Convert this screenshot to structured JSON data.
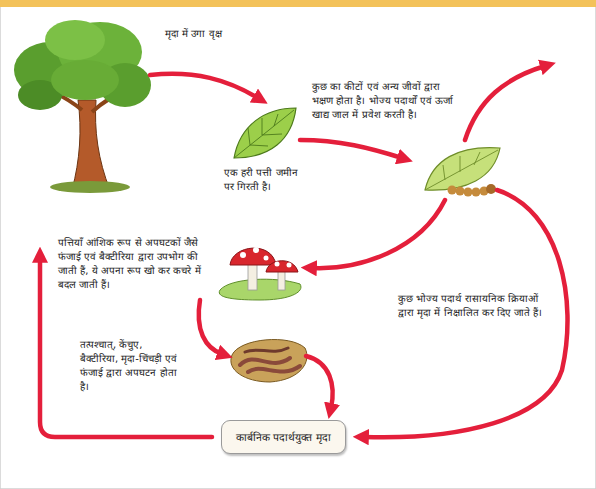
{
  "diagram": {
    "nodes": [
      {
        "text": [
          "कार्बनिक पदार्थयुक्त मृदा"
        ]
      }
    ],
    "labels": [
      "मृदा में उगा वृक्ष",
      "कुछ का कीटों एवं अन्य जीवों द्वारा भक्षण होता है। भोज्य पदार्थों एवं ऊर्जा खाद्य जाल में प्रवेश करती है।",
      "एक हरी पत्ती जमीन पर गिरती है।",
      "पत्तियाँ आंशिक रूप से अपघटकों जैसे फंजाई एवं बैक्टीरिया द्वारा उपभोग की जाती हैं, ये अपना रूप खो कर कचरे में बदल जाती हैं।",
      "कुछ भोज्य पदार्थ रासायनिक क्रियाओं द्वारा मृदा में निक्षालित कर दिए जाते हैं।",
      "तत्पश्चात्, केंचुए, बैक्टीरिया, मृदा-चिंचड़ी एवं फंजाई द्वारा अपघटन होता है।"
    ]
  }
}
